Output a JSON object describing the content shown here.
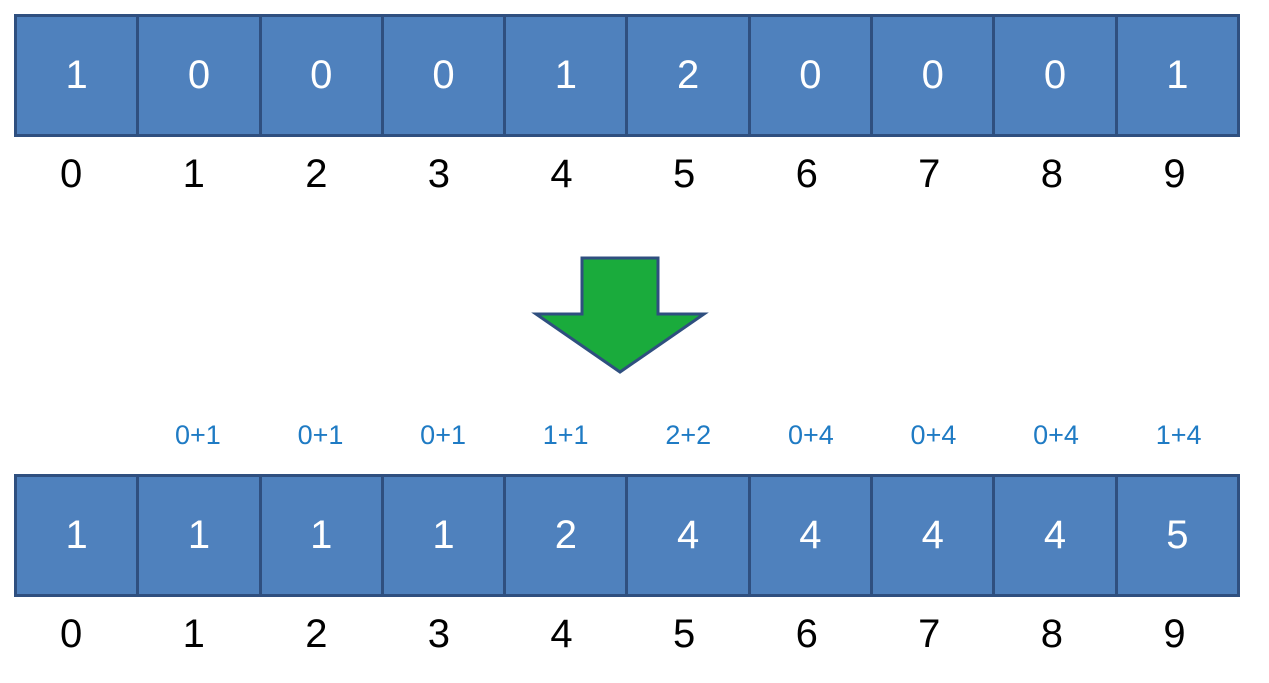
{
  "input_array": {
    "values": [
      "1",
      "0",
      "0",
      "0",
      "1",
      "2",
      "0",
      "0",
      "0",
      "1"
    ],
    "indices": [
      "0",
      "1",
      "2",
      "3",
      "4",
      "5",
      "6",
      "7",
      "8",
      "9"
    ]
  },
  "operations": [
    "",
    "0+1",
    "0+1",
    "0+1",
    "1+1",
    "2+2",
    "0+4",
    "0+4",
    "0+4",
    "1+4"
  ],
  "output_array": {
    "values": [
      "1",
      "1",
      "1",
      "1",
      "2",
      "4",
      "4",
      "4",
      "4",
      "5"
    ],
    "indices": [
      "0",
      "1",
      "2",
      "3",
      "4",
      "5",
      "6",
      "7",
      "8",
      "9"
    ]
  },
  "colors": {
    "cell_fill": "#4f81bd",
    "cell_border": "#2f4f7f",
    "operation_text": "#1f7bc4",
    "arrow_fill": "#1aab3c",
    "arrow_stroke": "#2f4f7f"
  },
  "icons": {
    "arrow": "down-arrow-icon"
  }
}
